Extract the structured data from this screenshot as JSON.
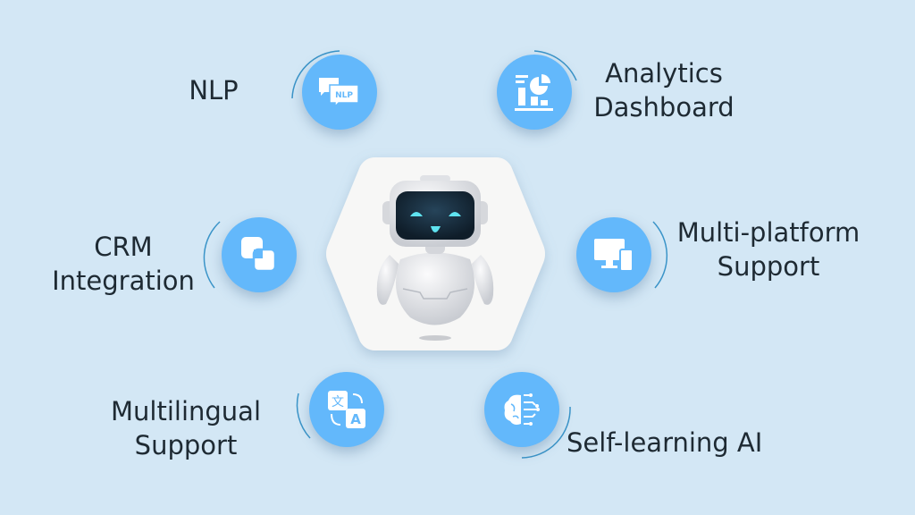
{
  "center": {
    "image": "robot-mascot"
  },
  "features": [
    {
      "id": "nlp",
      "lines": [
        "NLP"
      ],
      "icon": "chat-bubbles-nlp-icon",
      "icon_text": "NLP"
    },
    {
      "id": "analytics",
      "lines": [
        "Analytics",
        "Dashboard"
      ],
      "icon": "analytics-dashboard-icon"
    },
    {
      "id": "crm",
      "lines": [
        "CRM",
        "Integration"
      ],
      "icon": "overlapping-squares-icon"
    },
    {
      "id": "multiplatform",
      "lines": [
        "Multi-platform",
        "Support"
      ],
      "icon": "monitor-phone-icon"
    },
    {
      "id": "multilingual",
      "lines": [
        "Multilingual",
        "Support"
      ],
      "icon": "translate-icon",
      "icon_text": [
        "文",
        "A"
      ]
    },
    {
      "id": "selflearning",
      "lines": [
        "Self-learning AI"
      ],
      "icon": "brain-circuit-icon"
    }
  ],
  "colors": {
    "background": "#d3e7f5",
    "accent": "#63b8fb",
    "arc": "#3a94c8",
    "text": "#1e2a33"
  }
}
